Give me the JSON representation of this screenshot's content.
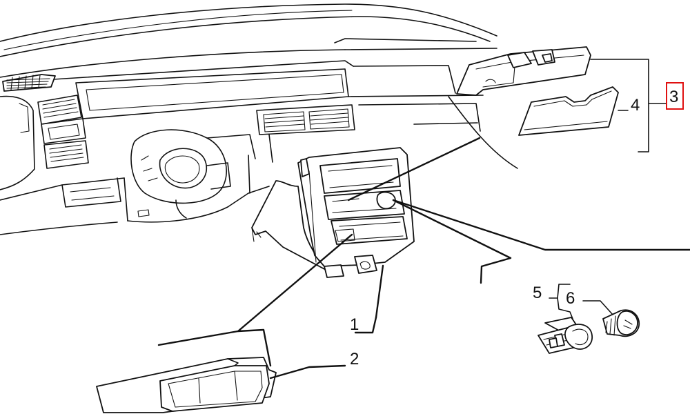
{
  "callouts": {
    "c1": "1",
    "c2": "2",
    "c3": "3",
    "c4": "4",
    "c5": "5",
    "c6": "6"
  },
  "highlight": {
    "callout": "3",
    "color": "#e01010"
  }
}
